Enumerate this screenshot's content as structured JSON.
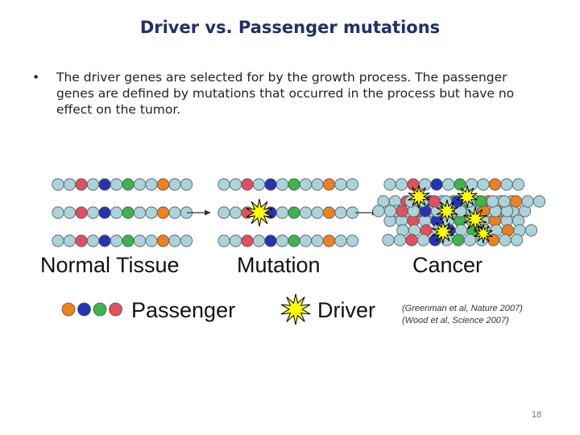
{
  "slide": {
    "title": "Driver vs. Passenger mutations",
    "bullet_marker": "•",
    "bullet": "The driver genes are selected for by the growth process. The passenger genes are defined by mutations that occurred in the process but have no effect on the tumor.",
    "page_number": "18"
  },
  "figure": {
    "stages": [
      "Normal Tissue",
      "Mutation",
      "Cancer"
    ],
    "legend": {
      "passenger": "Passenger",
      "driver": "Driver"
    },
    "citations": [
      "(Greenman et al, Nature 2007)",
      "(Wood et al, Science 2007)"
    ],
    "colors": {
      "bead": "#a9d4dc",
      "red": "#e0505f",
      "blue": "#2533b5",
      "green": "#3cb54a",
      "orange": "#f07f1c",
      "star_fill": "#ffff00",
      "star_stroke": "#000000",
      "arrow": "#333333"
    },
    "strand_pattern": [
      "bead",
      "bead",
      "red",
      "bead",
      "blue",
      "bead",
      "green",
      "bead",
      "bead",
      "orange",
      "bead",
      "bead"
    ],
    "legend_dots": [
      "orange",
      "blue",
      "green",
      "red"
    ]
  }
}
